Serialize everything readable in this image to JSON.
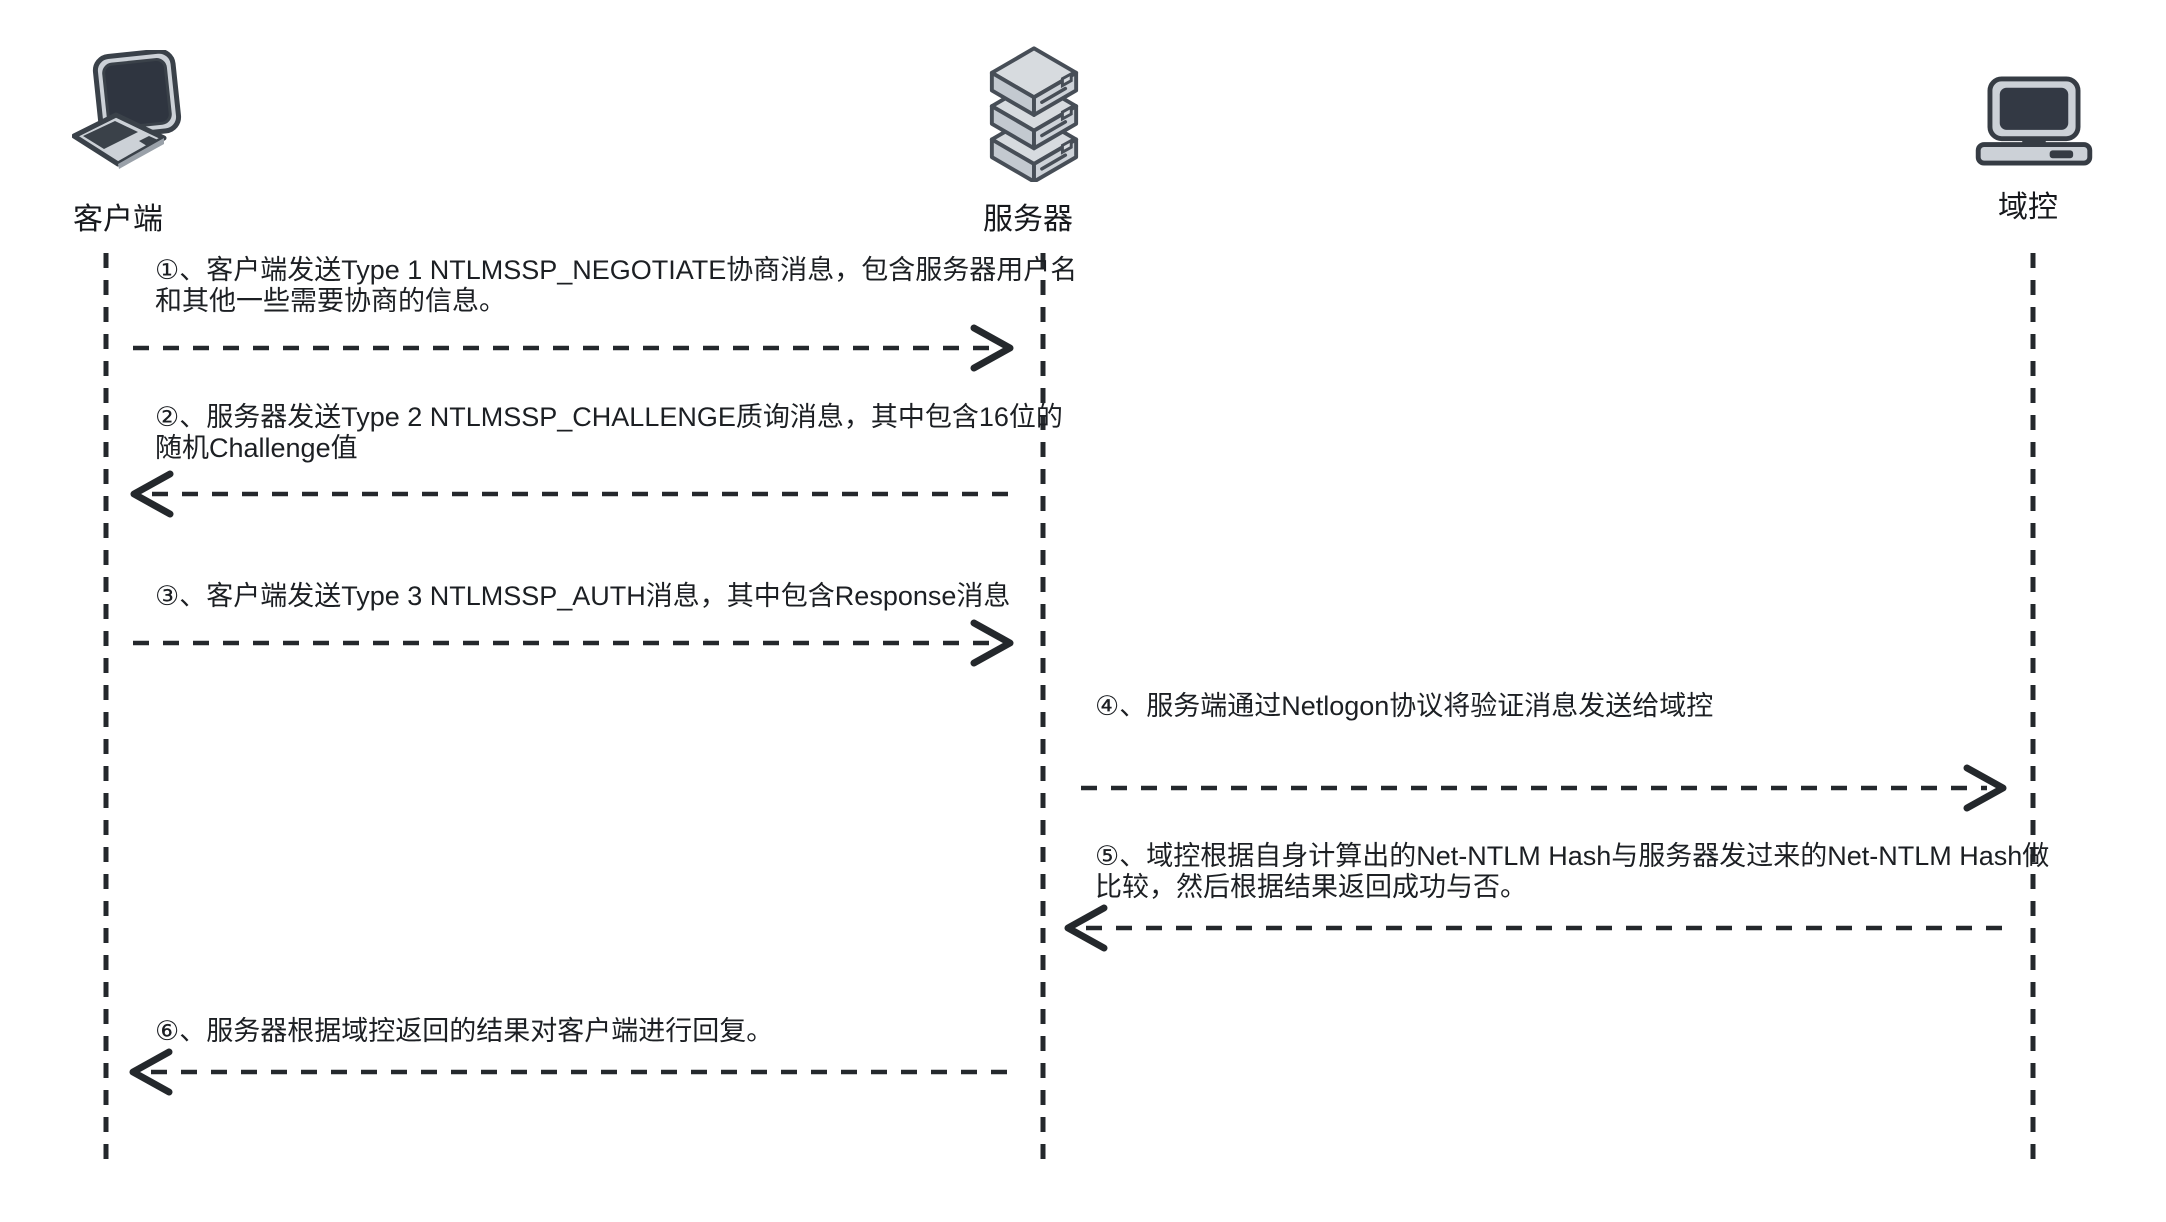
{
  "diagram_type": "sequence-diagram",
  "topic": "NTLM authentication message flow",
  "colors": {
    "background": "#ffffff",
    "text": "#1c1f23",
    "line": "#24282c",
    "icon_outline": "#3a4149",
    "icon_screen_dark": "#2f3540",
    "icon_light_gray": "#ccd1d7",
    "icon_mid_gray": "#c3c9d0"
  },
  "actors": [
    {
      "label": "客户端",
      "icon": "laptop-computer-icon"
    },
    {
      "label": "服务器",
      "icon": "server-stack-icon"
    },
    {
      "label": "域控",
      "icon": "desktop-computer-icon"
    }
  ],
  "messages": [
    {
      "step": "①",
      "from": "客户端",
      "to": "服务器",
      "direction": "right",
      "line1": "①、客户端发送Type 1 NTLMSSP_NEGOTIATE协商消息，包含服务器用户名",
      "line2": "和其他一些需要协商的信息。"
    },
    {
      "step": "②",
      "from": "服务器",
      "to": "客户端",
      "direction": "left",
      "line1": "②、服务器发送Type 2 NTLMSSP_CHALLENGE质询消息，其中包含16位的",
      "line2": "随机Challenge值"
    },
    {
      "step": "③",
      "from": "客户端",
      "to": "服务器",
      "direction": "right",
      "line1": "③、客户端发送Type 3 NTLMSSP_AUTH消息，其中包含Response消息",
      "line2": ""
    },
    {
      "step": "④",
      "from": "服务器",
      "to": "域控",
      "direction": "right",
      "line1": "④、服务端通过Netlogon协议将验证消息发送给域控",
      "line2": ""
    },
    {
      "step": "⑤",
      "from": "域控",
      "to": "服务器",
      "direction": "left",
      "line1": "⑤、域控根据自身计算出的Net-NTLM Hash与服务器发过来的Net-NTLM Hash做",
      "line2": "比较，然后根据结果返回成功与否。"
    },
    {
      "step": "⑥",
      "from": "服务器",
      "to": "客户端",
      "direction": "left",
      "line1": "⑥、服务器根据域控返回的结果对客户端进行回复。",
      "line2": ""
    }
  ]
}
